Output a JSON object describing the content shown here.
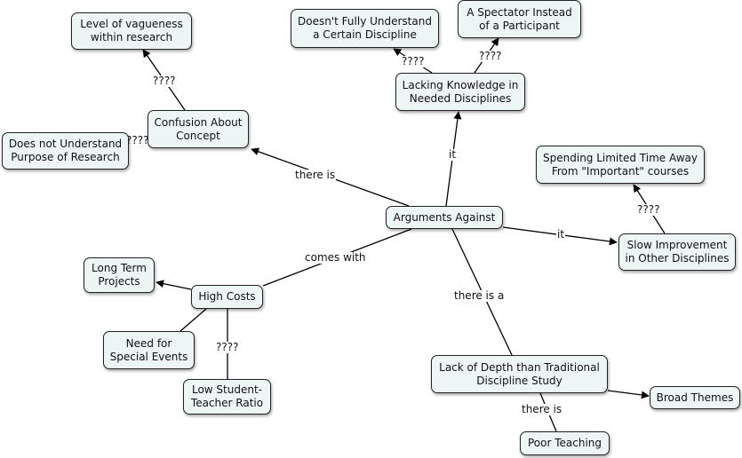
{
  "nodes": {
    "vagueness": "Level of vagueness\nwithin research",
    "doesnt_understand": "Doesn't Fully Understand\na Certain Discipline",
    "spectator": "A Spectator Instead\nof a Participant",
    "confusion": "Confusion About\nConcept",
    "lacking": "Lacking Knowledge in\nNeeded Disciplines",
    "purpose": "Does not Understand\nPurpose of Research",
    "spending": "Spending Limited Time Away\nFrom \"Important\" courses",
    "arguments": "Arguments Against",
    "slow": "Slow Improvement\nin Other Disciplines",
    "long_term": "Long Term\nProjects",
    "high_costs": "High Costs",
    "special_events": "Need for\nSpecial Events",
    "low_ratio": "Low Student-\nTeacher Ratio",
    "lack_depth": "Lack of Depth than Traditional\nDiscipline Study",
    "broad": "Broad Themes",
    "poor": "Poor Teaching"
  },
  "edge_labels": {
    "vagueness": "????",
    "purpose": "????",
    "there_is": "there is",
    "doesnt": "????",
    "spectator": "????",
    "it_up": "it",
    "spending": "????",
    "it_right": "it",
    "comes_with": "comes with",
    "low_ratio": "????",
    "there_is_a": "there is a",
    "there_is_poor": "there is"
  }
}
